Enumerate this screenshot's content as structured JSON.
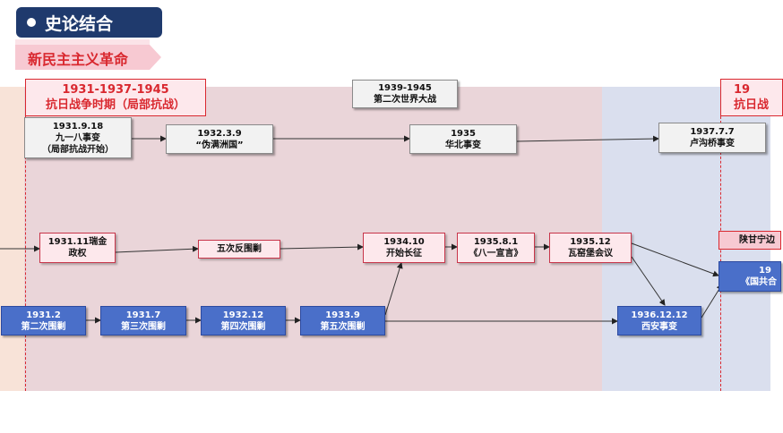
{
  "header": {
    "title": "史论结合",
    "banner": "新民主主义革命"
  },
  "periods": {
    "left": {
      "years": "1931-1937-1945",
      "name": "抗日战争时期（局部抗战）"
    },
    "right": {
      "years": "19",
      "name": "抗日战"
    }
  },
  "world": {
    "date": "1939-1945",
    "label": "第二次世界大战"
  },
  "top_row": [
    {
      "date": "1931.9.18",
      "label": "九一八事变",
      "note": "（局部抗战开始）"
    },
    {
      "date": "1932.3.9",
      "label": "“伪满洲国”"
    },
    {
      "date": "1935",
      "label": "华北事变"
    },
    {
      "date": "1937.7.7",
      "label": "卢沟桥事变"
    }
  ],
  "mid_row": [
    {
      "date": "1931.11瑞金",
      "label": "政权"
    },
    {
      "label": "五次反围剿"
    },
    {
      "date": "1934.10",
      "label": "开始长征"
    },
    {
      "date": "1935.8.1",
      "label": "《八一宣言》"
    },
    {
      "date": "1935.12",
      "label": "瓦窑堡会议"
    }
  ],
  "right_col": {
    "shaan": "陕甘宁边",
    "gongtong_date": "19",
    "gongtong_label": "《国共合"
  },
  "bottom_row": [
    {
      "date": "1931.2",
      "label": "第二次围剿"
    },
    {
      "date": "1931.7",
      "label": "第三次围剿"
    },
    {
      "date": "1932.12",
      "label": "第四次围剿"
    },
    {
      "date": "1933.9",
      "label": "第五次围剿"
    },
    {
      "date": "1936.12.12",
      "label": "西安事变"
    }
  ],
  "colors": {
    "navy": "#1f3a6d",
    "red": "#d9282f",
    "blue": "#4a6fc9",
    "pink_bg": "#ead5d9",
    "blue_bg": "#dadfee"
  }
}
